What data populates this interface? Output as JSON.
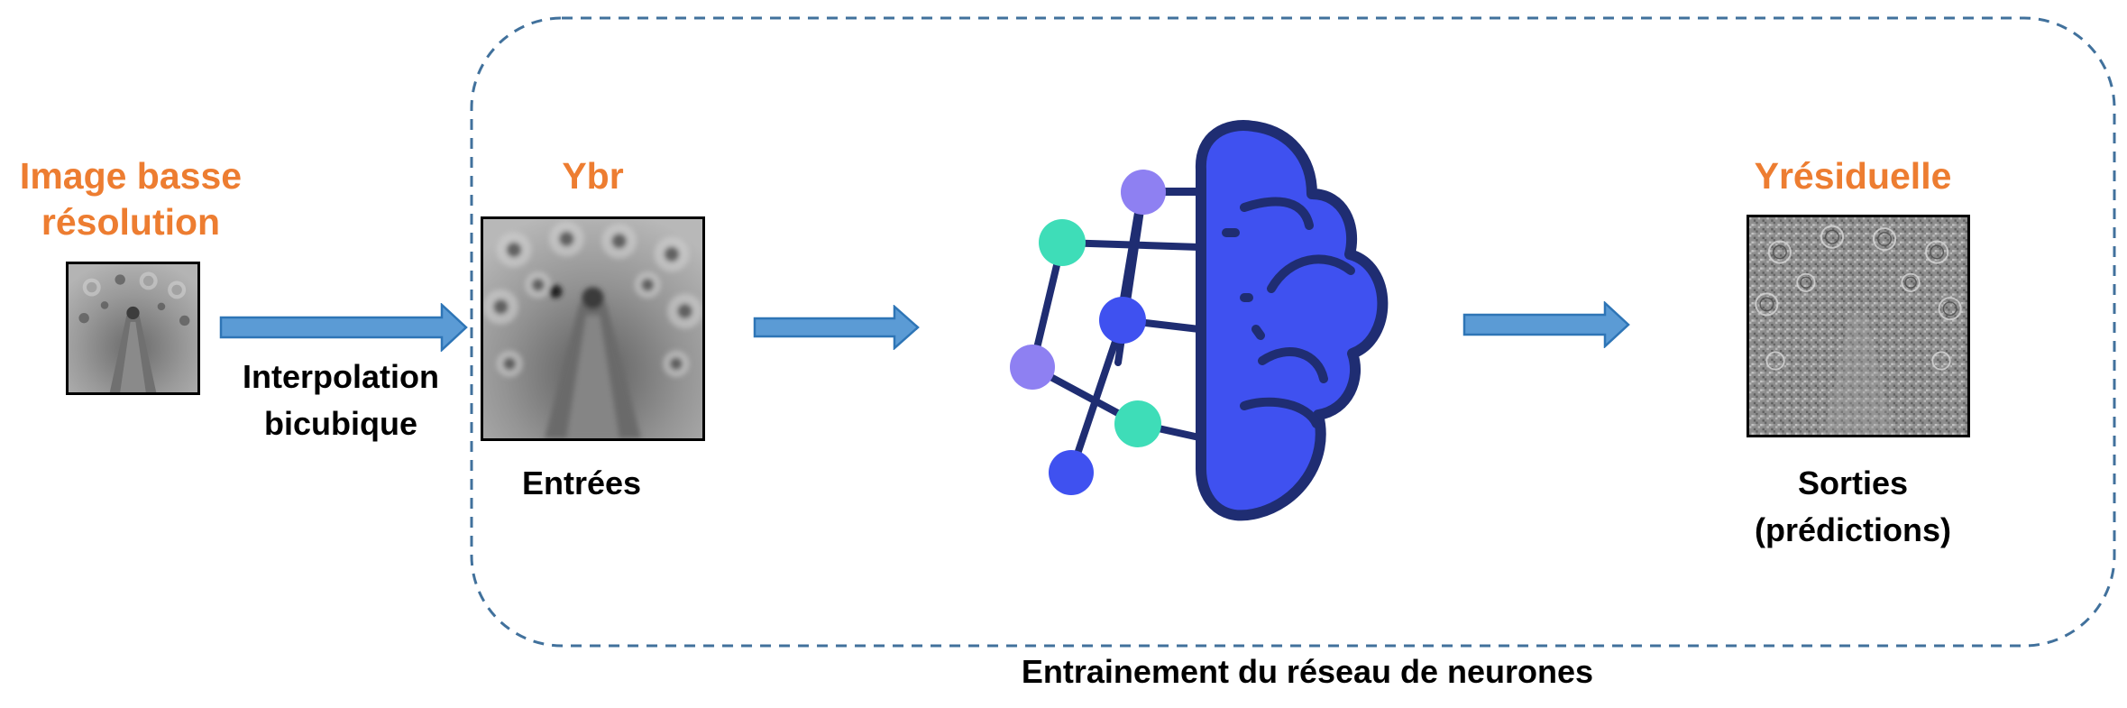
{
  "input_block": {
    "title_line1": "Image basse",
    "title_line2": "résolution",
    "arrow_label_line1": "Interpolation",
    "arrow_label_line2": "bicubique"
  },
  "ybr_block": {
    "title": "Ybr",
    "caption": "Entrées"
  },
  "output_block": {
    "title": "Yrésiduelle",
    "caption_line1": "Sorties",
    "caption_line2": "(prédictions)"
  },
  "training_region": {
    "label": "Entrainement du réseau de neurones"
  },
  "network_icon": {
    "icon": "brain-network-icon",
    "colors": {
      "brain": "#3F51F0",
      "outline": "#1F2D72",
      "purple_node": "#8E80F2",
      "teal_node": "#3EDDB8",
      "blue_node": "#3F51F0"
    }
  },
  "colors": {
    "title_orange": "#ED7D31",
    "arrow_fill": "#5B9BD5",
    "arrow_stroke": "#2E75B6",
    "dashed_border": "#41719C"
  }
}
